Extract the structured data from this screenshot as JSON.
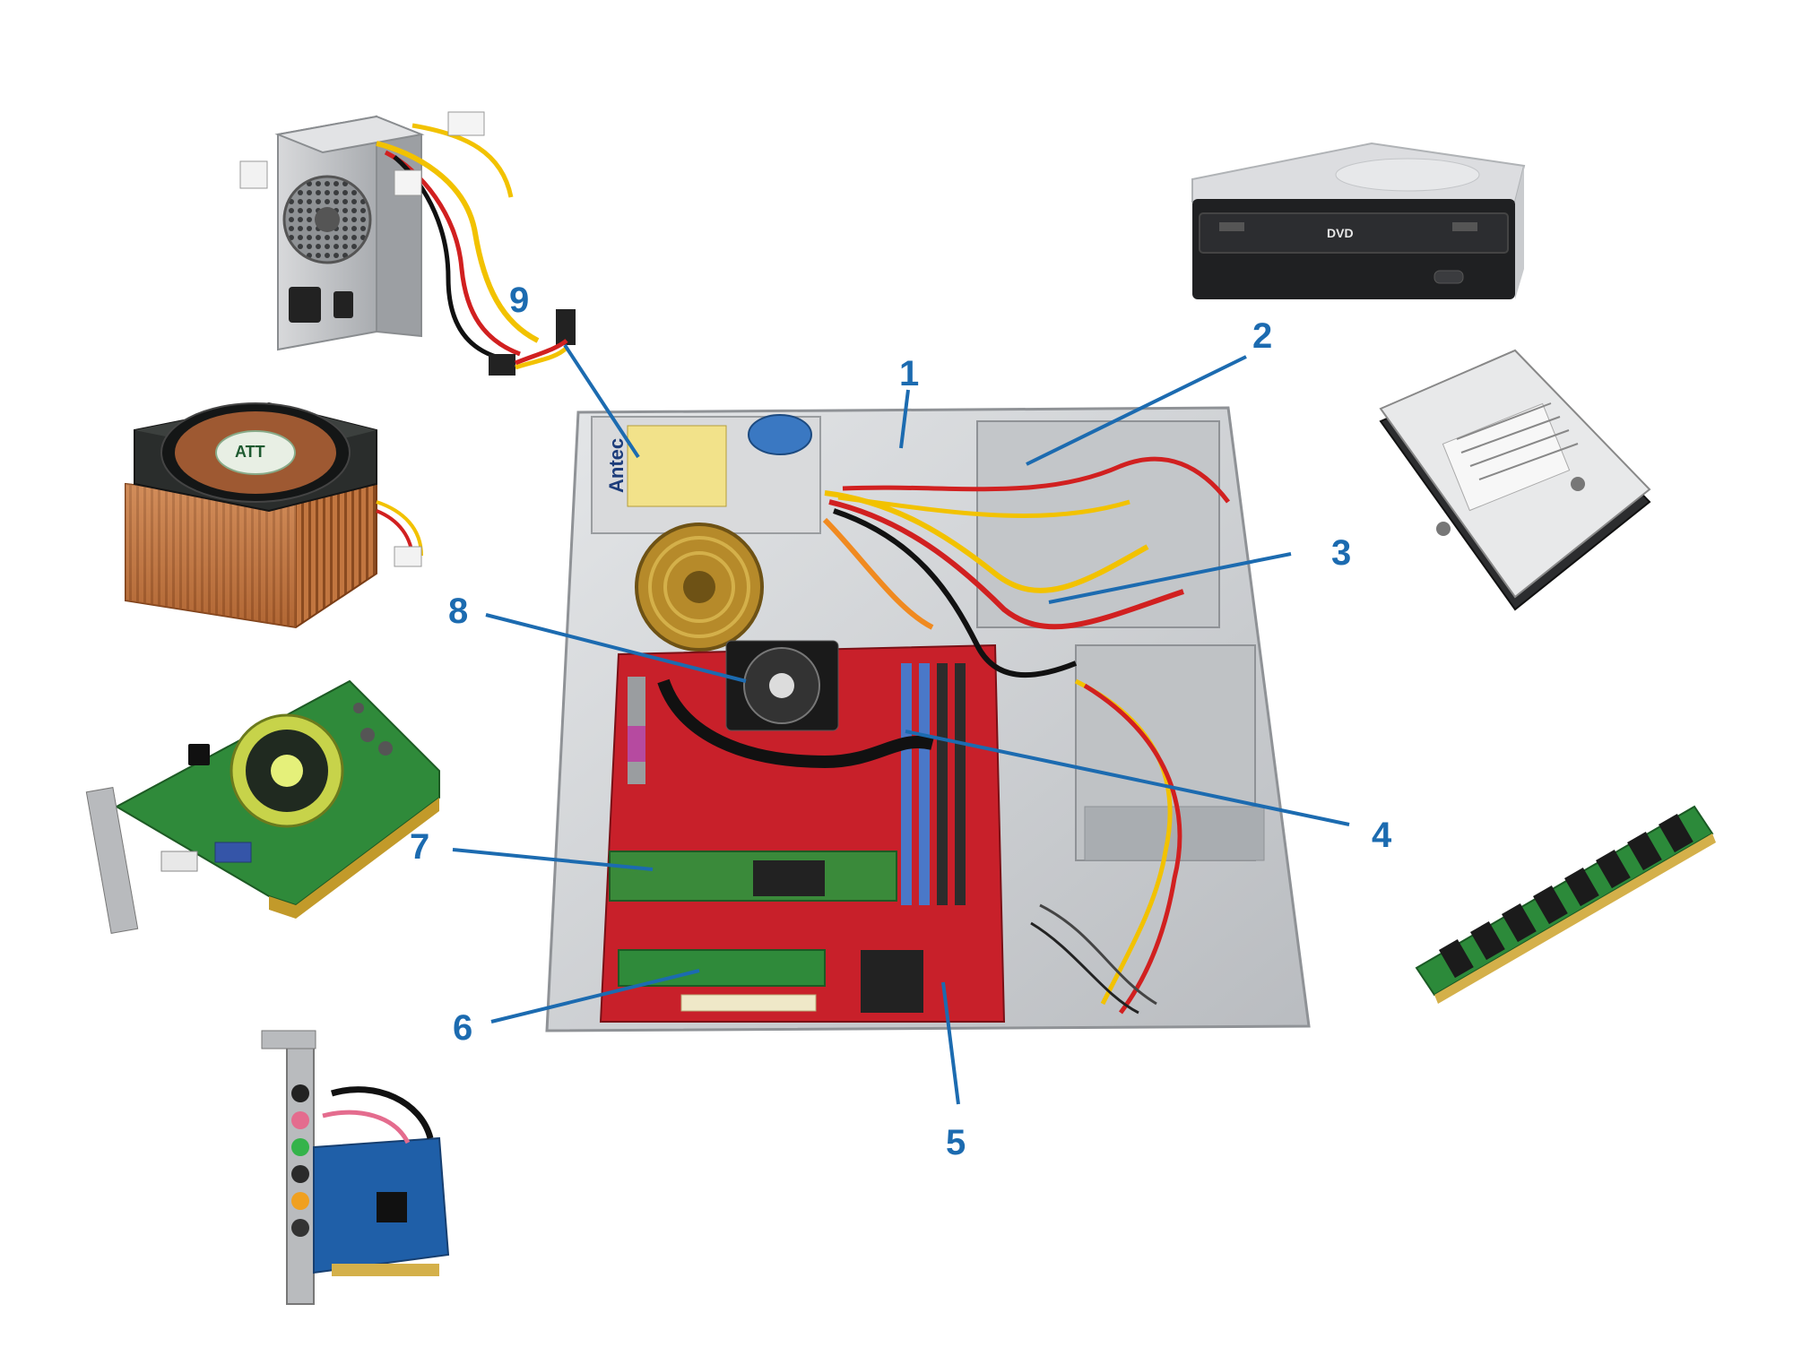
{
  "colors": {
    "callout": "#1c6bb0",
    "case_metal": "#c9ccd0",
    "motherboard": "#c8202a",
    "pcb_green": "#2f8a3a",
    "pcb_blue": "#1f5fa8",
    "dark": "#222222"
  },
  "callouts": [
    {
      "id": "1",
      "label": "1"
    },
    {
      "id": "2",
      "label": "2"
    },
    {
      "id": "3",
      "label": "3"
    },
    {
      "id": "4",
      "label": "4"
    },
    {
      "id": "5",
      "label": "5"
    },
    {
      "id": "6",
      "label": "6"
    },
    {
      "id": "7",
      "label": "7"
    },
    {
      "id": "8",
      "label": "8"
    },
    {
      "id": "9",
      "label": "9"
    }
  ],
  "product_text": {
    "psu_brand": "Antec",
    "dvd_logo": "DVD",
    "cooler_brand": "ATT"
  },
  "components": [
    {
      "name": "power-supply",
      "icon": "power-supply-icon"
    },
    {
      "name": "optical-drive",
      "icon": "dvd-drive-icon"
    },
    {
      "name": "cpu-cooler",
      "icon": "cpu-cooler-icon"
    },
    {
      "name": "hard-drive",
      "icon": "hard-drive-icon"
    },
    {
      "name": "graphics-card",
      "icon": "graphics-card-icon"
    },
    {
      "name": "ram-module",
      "icon": "ram-module-icon"
    },
    {
      "name": "sound-card",
      "icon": "sound-card-icon"
    },
    {
      "name": "computer-case",
      "icon": "computer-case-icon"
    }
  ]
}
